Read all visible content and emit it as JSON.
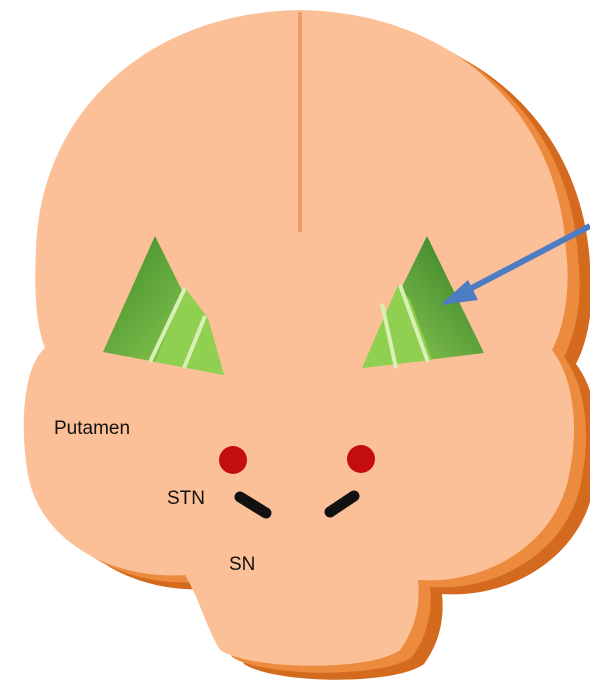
{
  "diagram": {
    "labels": {
      "putamen": "Putamen",
      "stn": "STN",
      "sn": "SN"
    },
    "colors": {
      "brain_fill": "#fbc097",
      "brain_shadow_outer": "#d46a1e",
      "brain_shadow_inner": "#ec8a3e",
      "midline": "#ee9a66",
      "putamen_dark": "#3f8f2a",
      "putamen_light": "#8fd051",
      "stn_dot": "#c40d0d",
      "sn_bar": "#111111",
      "arrow": "#4d7cc2"
    },
    "icons": [
      "putamen-left-shape",
      "putamen-right-shape",
      "stn-dot",
      "sn-bar",
      "pointer-arrow"
    ]
  }
}
